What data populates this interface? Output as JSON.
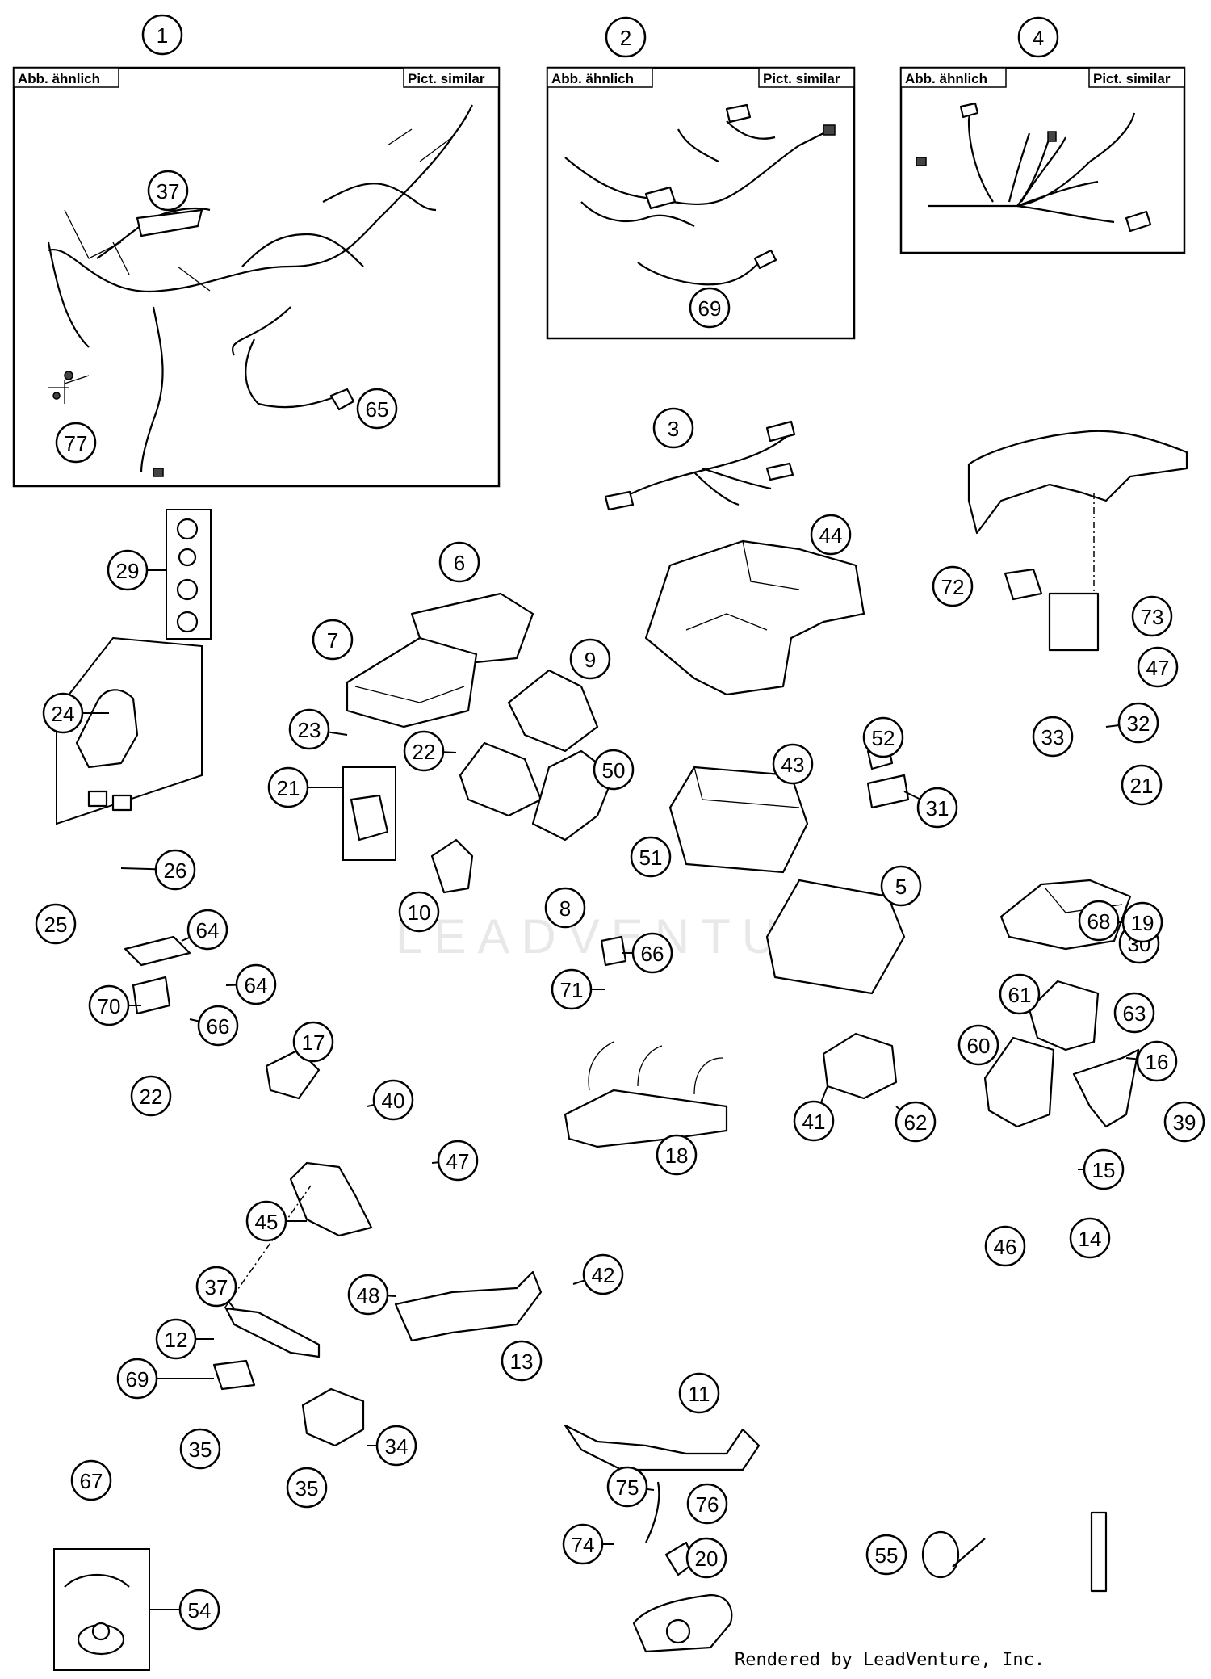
{
  "labels": {
    "similar_de": "Abb. ähnlich",
    "similar_en": "Pict. similar"
  },
  "watermark": "LEADVENTURE",
  "credit": "Rendered by LeadVenture, Inc.",
  "callouts": [
    "1",
    "2",
    "4",
    "37",
    "65",
    "77",
    "69",
    "3",
    "44",
    "72",
    "73",
    "47",
    "29",
    "6",
    "7",
    "9",
    "24",
    "23",
    "22",
    "50",
    "43",
    "21",
    "52",
    "31",
    "32",
    "33",
    "21",
    "10",
    "26",
    "25",
    "51",
    "8",
    "5",
    "30",
    "19",
    "68",
    "64",
    "66",
    "71",
    "64",
    "70",
    "66",
    "22",
    "61",
    "63",
    "60",
    "16",
    "17",
    "40",
    "41",
    "62",
    "39",
    "18",
    "47",
    "15",
    "45",
    "46",
    "14",
    "48",
    "42",
    "37",
    "13",
    "12",
    "69",
    "11",
    "35",
    "34",
    "35",
    "67",
    "75",
    "76",
    "74",
    "20",
    "54",
    "55"
  ]
}
